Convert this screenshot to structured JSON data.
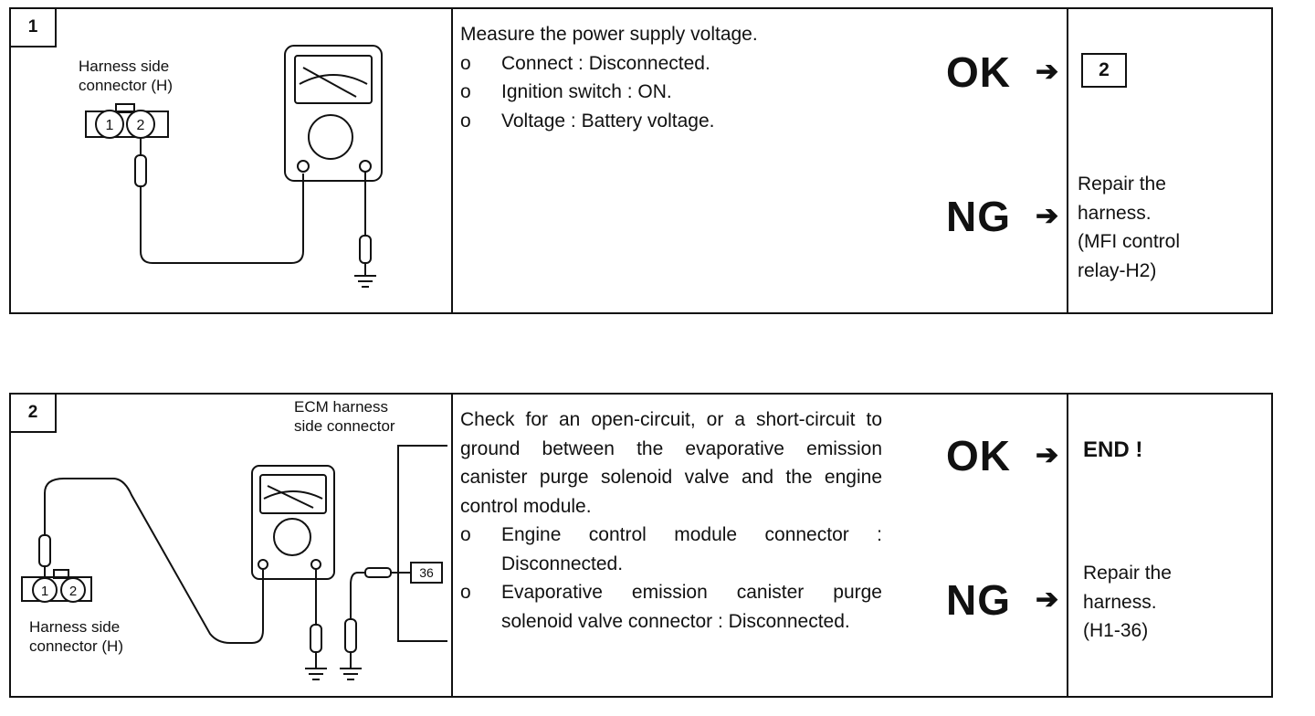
{
  "steps": [
    {
      "number": "1",
      "figure": {
        "connector_label_line1": "Harness side",
        "connector_label_line2": "connector (H)",
        "pin1": "1",
        "pin2": "2"
      },
      "instruction": "Measure the power supply voltage.",
      "items": [
        {
          "bullet": "o",
          "text": "Connect : Disconnected."
        },
        {
          "bullet": "o",
          "text": "Ignition switch : ON."
        },
        {
          "bullet": "o",
          "text": "Voltage : Battery voltage."
        }
      ],
      "ok": {
        "label": "OK",
        "arrow": "➔",
        "next_step": "2"
      },
      "ng": {
        "label": "NG",
        "arrow": "➔",
        "lines": [
          "Repair the",
          "harness.",
          "(MFI control",
          "relay-H2)"
        ]
      }
    },
    {
      "number": "2",
      "figure": {
        "ecm_label_line1": "ECM harness",
        "ecm_label_line2": "side connector",
        "connector_label_line1": "Harness side",
        "connector_label_line2": "connector (H)",
        "pin1": "1",
        "pin2": "2",
        "ecm_pin": "36"
      },
      "instruction": "Check for an open-circuit, or a short-circuit to ground between the evaporative emission canister purge solenoid valve and the engine control module.",
      "items": [
        {
          "bullet": "o",
          "text": "Engine control module connector : Disconnected."
        },
        {
          "bullet": "o",
          "text": "Evaporative emission canister purge solenoid valve connector : Disconnected."
        }
      ],
      "ok": {
        "label": "OK",
        "arrow": "➔",
        "result": "END !"
      },
      "ng": {
        "label": "NG",
        "arrow": "➔",
        "lines": [
          "Repair the",
          "harness.",
          "(H1-36)"
        ]
      }
    }
  ]
}
